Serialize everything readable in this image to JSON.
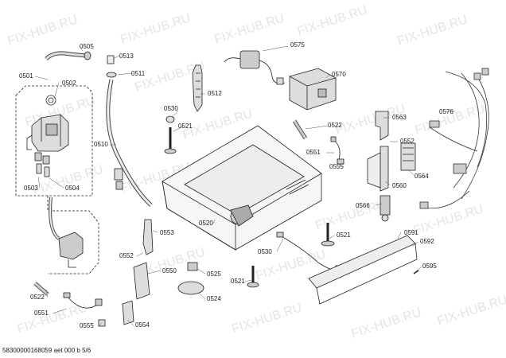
{
  "watermark": "FIX-HUB.RU",
  "document_id": "58300000168059 aet 000 b 5/6",
  "parts": [
    "0505",
    "0501",
    "0502",
    "0513",
    "0511",
    "0512",
    "0530",
    "0521",
    "0510",
    "0503",
    "0504",
    "0575",
    "0570",
    "0576",
    "0563",
    "0552",
    "0522",
    "0551",
    "0555",
    "0564",
    "0560",
    "0566",
    "0520",
    "0553",
    "0550",
    "0525",
    "0524",
    "0591",
    "0592",
    "0595",
    "0554"
  ],
  "callouts": [
    {
      "id": "c0505",
      "label": "0505"
    },
    {
      "id": "c0501",
      "label": "0501"
    },
    {
      "id": "c0502",
      "label": "0502"
    },
    {
      "id": "c0513",
      "label": "0513"
    },
    {
      "id": "c0511",
      "label": "0511"
    },
    {
      "id": "c0512",
      "label": "0512"
    },
    {
      "id": "c0530a",
      "label": "0530"
    },
    {
      "id": "c0521a",
      "label": "0521"
    },
    {
      "id": "c0510",
      "label": "0510"
    },
    {
      "id": "c0503",
      "label": "0503"
    },
    {
      "id": "c0504",
      "label": "0504"
    },
    {
      "id": "c0575",
      "label": "0575"
    },
    {
      "id": "c0570",
      "label": "0570"
    },
    {
      "id": "c0576",
      "label": "0576"
    },
    {
      "id": "c0563",
      "label": "0563"
    },
    {
      "id": "c0552a",
      "label": "0552"
    },
    {
      "id": "c0522a",
      "label": "0522"
    },
    {
      "id": "c0551a",
      "label": "0551"
    },
    {
      "id": "c0555a",
      "label": "0555"
    },
    {
      "id": "c0564",
      "label": "0564"
    },
    {
      "id": "c0560",
      "label": "0560"
    },
    {
      "id": "c0566",
      "label": "0566"
    },
    {
      "id": "c0520",
      "label": "0520"
    },
    {
      "id": "c0553",
      "label": "0553"
    },
    {
      "id": "c0552b",
      "label": "0552"
    },
    {
      "id": "c0521b",
      "label": "0521"
    },
    {
      "id": "c0530b",
      "label": "0530"
    },
    {
      "id": "c0550",
      "label": "0550"
    },
    {
      "id": "c0525",
      "label": "0525"
    },
    {
      "id": "c0521c",
      "label": "0521"
    },
    {
      "id": "c0524",
      "label": "0524"
    },
    {
      "id": "c0591",
      "label": "0591"
    },
    {
      "id": "c0592",
      "label": "0592"
    },
    {
      "id": "c0595",
      "label": "0595"
    },
    {
      "id": "c0522b",
      "label": "0522"
    },
    {
      "id": "c0551b",
      "label": "0551"
    },
    {
      "id": "c0555b",
      "label": "0555"
    },
    {
      "id": "c0554",
      "label": "0554"
    }
  ]
}
